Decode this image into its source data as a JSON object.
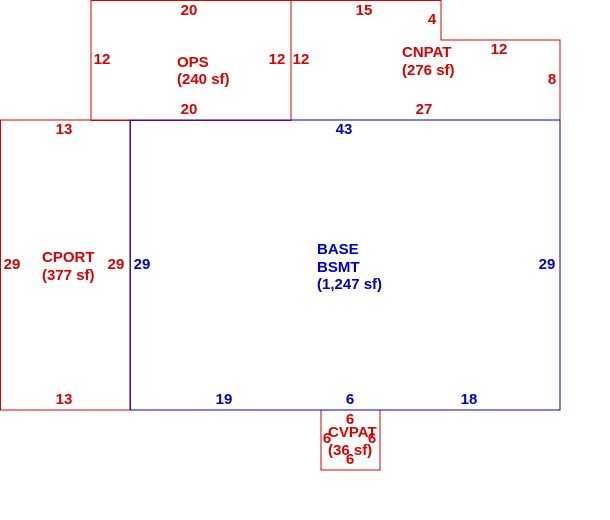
{
  "colors": {
    "main": "#0000cc",
    "addition": "#dd0000",
    "background": "#ffffff"
  },
  "areas": {
    "ops": {
      "name": "OPS",
      "size": "(240 sf)"
    },
    "cnpat": {
      "name": "CNPAT",
      "size": "(276 sf)"
    },
    "cport": {
      "name": "CPORT",
      "size": "(377 sf)"
    },
    "base": {
      "name": "BASE",
      "name2": "BSMT",
      "size": "(1,247 sf)"
    },
    "cvpat": {
      "name": "CVPAT",
      "size": "(36 sf)"
    }
  },
  "dims": {
    "ops": {
      "top": "20",
      "left": "12",
      "right": "12",
      "bottom": "20"
    },
    "cnpat": {
      "top": "15",
      "notch_v": "4",
      "notch_h": "12",
      "right": "8",
      "left": "12",
      "bottom": "27"
    },
    "cport": {
      "top": "13",
      "left": "29",
      "right": "29",
      "bottom": "13"
    },
    "base": {
      "top": "43",
      "left": "29",
      "right": "29",
      "bottom_left": "19",
      "bottom_mid": "6",
      "bottom_right": "18"
    },
    "cvpat": {
      "top": "6",
      "left": "6",
      "right": "6",
      "bottom": "6"
    }
  }
}
